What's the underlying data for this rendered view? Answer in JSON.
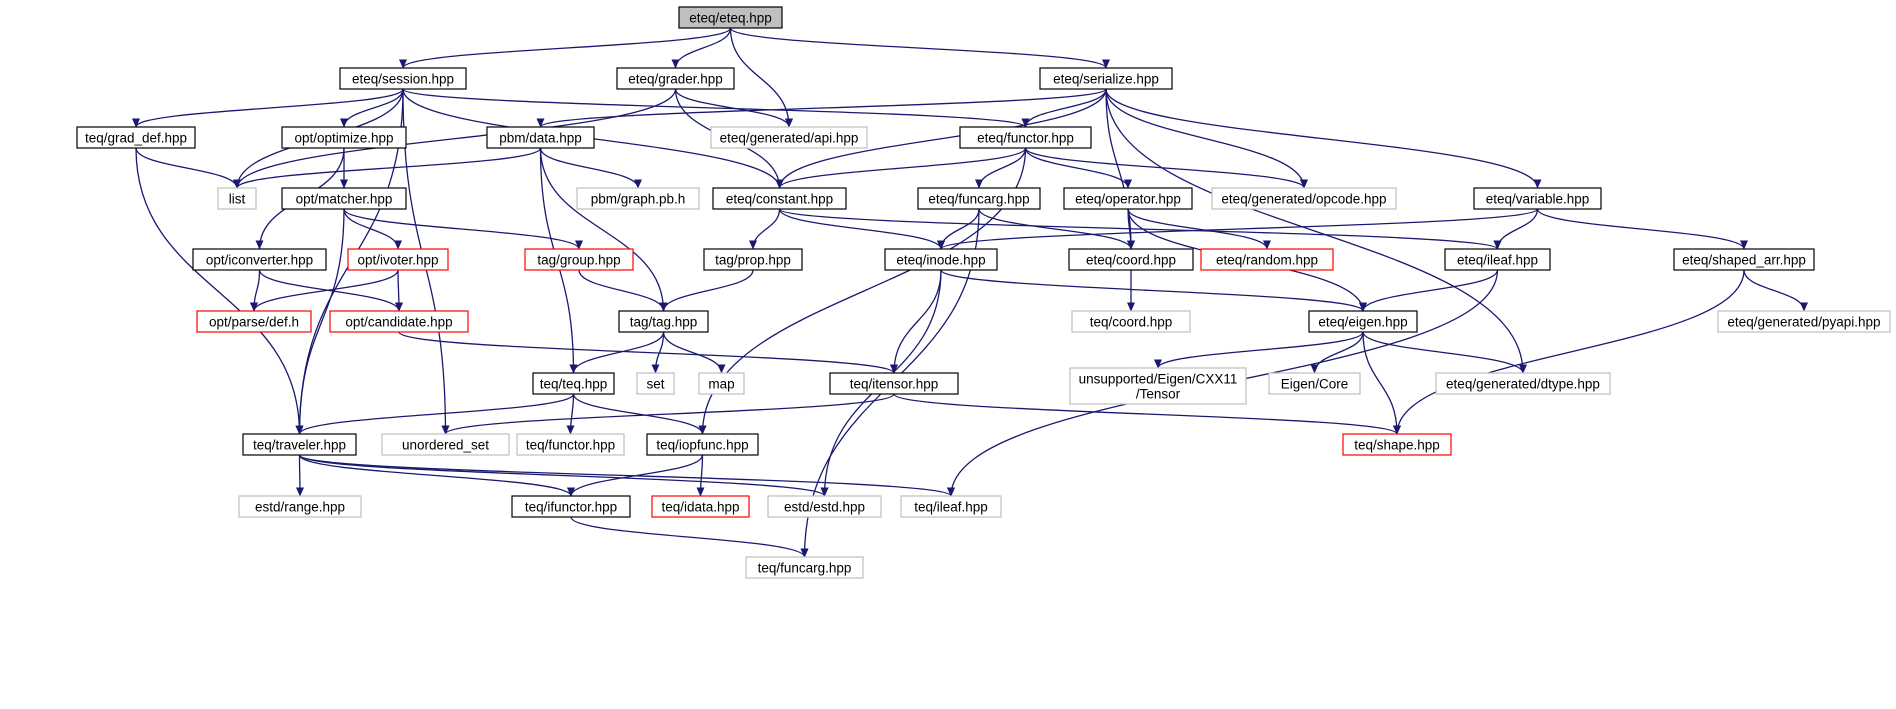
{
  "colors": {
    "edge": "#191970",
    "border_normal": "#000000",
    "border_external": "#bfbfbf",
    "border_truncated": "#ff0000",
    "fill_root": "#bfbfbf",
    "fill_default": "#ffffff"
  },
  "nodes": [
    {
      "id": "root",
      "label": "eteq/eteq.hpp",
      "kind": "root"
    },
    {
      "id": "session",
      "label": "eteq/session.hpp",
      "kind": "normal"
    },
    {
      "id": "grader",
      "label": "eteq/grader.hpp",
      "kind": "normal"
    },
    {
      "id": "serialize",
      "label": "eteq/serialize.hpp",
      "kind": "normal"
    },
    {
      "id": "grad_def",
      "label": "teq/grad_def.hpp",
      "kind": "normal"
    },
    {
      "id": "optimize",
      "label": "opt/optimize.hpp",
      "kind": "normal"
    },
    {
      "id": "pbm_data",
      "label": "pbm/data.hpp",
      "kind": "normal"
    },
    {
      "id": "gen_api",
      "label": "eteq/generated/api.hpp",
      "kind": "external"
    },
    {
      "id": "functor",
      "label": "eteq/functor.hpp",
      "kind": "normal"
    },
    {
      "id": "list",
      "label": "list",
      "kind": "external"
    },
    {
      "id": "matcher",
      "label": "opt/matcher.hpp",
      "kind": "normal"
    },
    {
      "id": "graph_pb",
      "label": "pbm/graph.pb.h",
      "kind": "external"
    },
    {
      "id": "constant",
      "label": "eteq/constant.hpp",
      "kind": "normal"
    },
    {
      "id": "funcarg",
      "label": "eteq/funcarg.hpp",
      "kind": "normal"
    },
    {
      "id": "operator",
      "label": "eteq/operator.hpp",
      "kind": "normal"
    },
    {
      "id": "gen_opcode",
      "label": "eteq/generated/opcode.hpp",
      "kind": "external"
    },
    {
      "id": "variable",
      "label": "eteq/variable.hpp",
      "kind": "normal"
    },
    {
      "id": "iconverter",
      "label": "opt/iconverter.hpp",
      "kind": "normal"
    },
    {
      "id": "ivoter",
      "label": "opt/ivoter.hpp",
      "kind": "truncated"
    },
    {
      "id": "group",
      "label": "tag/group.hpp",
      "kind": "truncated"
    },
    {
      "id": "prop",
      "label": "tag/prop.hpp",
      "kind": "normal"
    },
    {
      "id": "inode",
      "label": "eteq/inode.hpp",
      "kind": "normal"
    },
    {
      "id": "ecoord",
      "label": "eteq/coord.hpp",
      "kind": "normal"
    },
    {
      "id": "random",
      "label": "eteq/random.hpp",
      "kind": "truncated"
    },
    {
      "id": "eileaf",
      "label": "eteq/ileaf.hpp",
      "kind": "normal"
    },
    {
      "id": "shaped_arr",
      "label": "eteq/shaped_arr.hpp",
      "kind": "normal"
    },
    {
      "id": "parse_def",
      "label": "opt/parse/def.h",
      "kind": "truncated"
    },
    {
      "id": "candidate",
      "label": "opt/candidate.hpp",
      "kind": "truncated"
    },
    {
      "id": "tag",
      "label": "tag/tag.hpp",
      "kind": "normal"
    },
    {
      "id": "tcoord",
      "label": "teq/coord.hpp",
      "kind": "external"
    },
    {
      "id": "eigen",
      "label": "eteq/eigen.hpp",
      "kind": "normal"
    },
    {
      "id": "pyapi",
      "label": "eteq/generated/pyapi.hpp",
      "kind": "external"
    },
    {
      "id": "teq",
      "label": "teq/teq.hpp",
      "kind": "normal"
    },
    {
      "id": "set",
      "label": "set",
      "kind": "external"
    },
    {
      "id": "map",
      "label": "map",
      "kind": "external"
    },
    {
      "id": "itensor",
      "label": "teq/itensor.hpp",
      "kind": "normal"
    },
    {
      "id": "cxx11",
      "label": "unsupported/Eigen/CXX11\n/Tensor",
      "kind": "external"
    },
    {
      "id": "eigen_core",
      "label": "Eigen/Core",
      "kind": "external"
    },
    {
      "id": "dtype",
      "label": "eteq/generated/dtype.hpp",
      "kind": "external"
    },
    {
      "id": "traveler",
      "label": "teq/traveler.hpp",
      "kind": "normal"
    },
    {
      "id": "unordered",
      "label": "unordered_set",
      "kind": "external"
    },
    {
      "id": "tfunctor",
      "label": "teq/functor.hpp",
      "kind": "external"
    },
    {
      "id": "iopfunc",
      "label": "teq/iopfunc.hpp",
      "kind": "normal"
    },
    {
      "id": "shape",
      "label": "teq/shape.hpp",
      "kind": "truncated"
    },
    {
      "id": "range",
      "label": "estd/range.hpp",
      "kind": "external"
    },
    {
      "id": "ifunctor",
      "label": "teq/ifunctor.hpp",
      "kind": "normal"
    },
    {
      "id": "idata",
      "label": "teq/idata.hpp",
      "kind": "truncated"
    },
    {
      "id": "estd",
      "label": "estd/estd.hpp",
      "kind": "external"
    },
    {
      "id": "tileaf",
      "label": "teq/ileaf.hpp",
      "kind": "external"
    },
    {
      "id": "tfuncarg",
      "label": "teq/funcarg.hpp",
      "kind": "external"
    }
  ],
  "edges": [
    [
      "root",
      "session"
    ],
    [
      "root",
      "grader"
    ],
    [
      "root",
      "gen_api"
    ],
    [
      "root",
      "serialize"
    ],
    [
      "session",
      "list"
    ],
    [
      "session",
      "grad_def"
    ],
    [
      "session",
      "optimize"
    ],
    [
      "session",
      "constant"
    ],
    [
      "session",
      "functor"
    ],
    [
      "session",
      "traveler"
    ],
    [
      "session",
      "unordered"
    ],
    [
      "grader",
      "list"
    ],
    [
      "grader",
      "gen_api"
    ],
    [
      "grader",
      "constant"
    ],
    [
      "serialize",
      "pbm_data"
    ],
    [
      "serialize",
      "functor"
    ],
    [
      "serialize",
      "constant"
    ],
    [
      "serialize",
      "gen_opcode"
    ],
    [
      "serialize",
      "ecoord"
    ],
    [
      "serialize",
      "variable"
    ],
    [
      "serialize",
      "dtype"
    ],
    [
      "grad_def",
      "list"
    ],
    [
      "grad_def",
      "traveler"
    ],
    [
      "optimize",
      "matcher"
    ],
    [
      "optimize",
      "iconverter"
    ],
    [
      "pbm_data",
      "list"
    ],
    [
      "pbm_data",
      "graph_pb"
    ],
    [
      "pbm_data",
      "tag"
    ],
    [
      "pbm_data",
      "teq"
    ],
    [
      "functor",
      "constant"
    ],
    [
      "functor",
      "funcarg"
    ],
    [
      "functor",
      "operator"
    ],
    [
      "functor",
      "gen_opcode"
    ],
    [
      "functor",
      "iopfunc"
    ],
    [
      "matcher",
      "ivoter"
    ],
    [
      "matcher",
      "group"
    ],
    [
      "matcher",
      "traveler"
    ],
    [
      "constant",
      "prop"
    ],
    [
      "constant",
      "inode"
    ],
    [
      "constant",
      "eileaf"
    ],
    [
      "funcarg",
      "inode"
    ],
    [
      "funcarg",
      "ecoord"
    ],
    [
      "funcarg",
      "tfuncarg"
    ],
    [
      "operator",
      "ecoord"
    ],
    [
      "operator",
      "random"
    ],
    [
      "operator",
      "eigen"
    ],
    [
      "variable",
      "inode"
    ],
    [
      "variable",
      "eileaf"
    ],
    [
      "variable",
      "shaped_arr"
    ],
    [
      "iconverter",
      "parse_def"
    ],
    [
      "iconverter",
      "candidate"
    ],
    [
      "ivoter",
      "parse_def"
    ],
    [
      "ivoter",
      "candidate"
    ],
    [
      "group",
      "tag"
    ],
    [
      "prop",
      "tag"
    ],
    [
      "inode",
      "itensor"
    ],
    [
      "inode",
      "estd"
    ],
    [
      "inode",
      "eigen"
    ],
    [
      "ecoord",
      "tcoord"
    ],
    [
      "eileaf",
      "eigen"
    ],
    [
      "eileaf",
      "tileaf"
    ],
    [
      "shaped_arr",
      "pyapi"
    ],
    [
      "shaped_arr",
      "shape"
    ],
    [
      "candidate",
      "itensor"
    ],
    [
      "tag",
      "teq"
    ],
    [
      "tag",
      "set"
    ],
    [
      "tag",
      "map"
    ],
    [
      "eigen",
      "cxx11"
    ],
    [
      "eigen",
      "eigen_core"
    ],
    [
      "eigen",
      "dtype"
    ],
    [
      "eigen",
      "shape"
    ],
    [
      "teq",
      "traveler"
    ],
    [
      "teq",
      "tfunctor"
    ],
    [
      "teq",
      "iopfunc"
    ],
    [
      "itensor",
      "unordered"
    ],
    [
      "itensor",
      "shape"
    ],
    [
      "traveler",
      "range"
    ],
    [
      "traveler",
      "ifunctor"
    ],
    [
      "traveler",
      "estd"
    ],
    [
      "traveler",
      "tileaf"
    ],
    [
      "iopfunc",
      "ifunctor"
    ],
    [
      "iopfunc",
      "idata"
    ],
    [
      "ifunctor",
      "tfuncarg"
    ]
  ]
}
